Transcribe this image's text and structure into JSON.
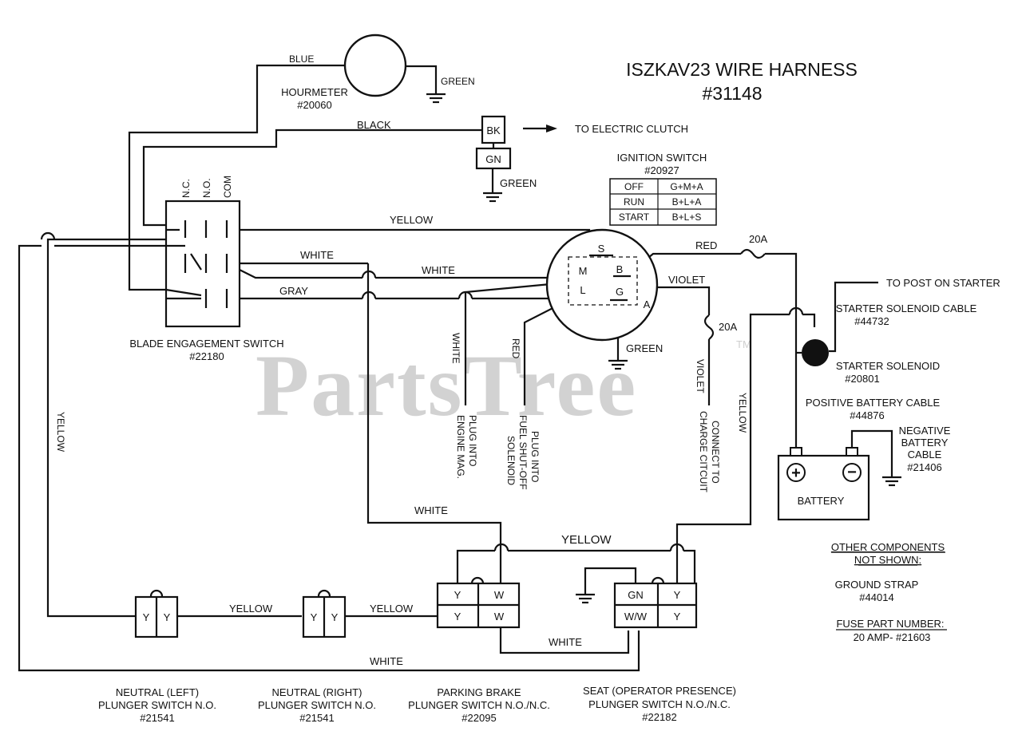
{
  "title": {
    "line1": "ISZKAV23 WIRE HARNESS",
    "line2": "#31148"
  },
  "watermark": {
    "text": "PartsTree",
    "tm": "TM"
  },
  "hourmeter": {
    "name": "HOURMETER",
    "part": "#20060",
    "wire_in": "BLUE",
    "ground": "GREEN"
  },
  "clutch": {
    "pin1": "BK",
    "pin2": "GN",
    "wire": "BLACK",
    "ground": "GREEN",
    "dest": "TO ELECTRIC CLUTCH"
  },
  "ignition": {
    "name": "IGNITION SWITCH",
    "part": "#20927",
    "table": [
      [
        "OFF",
        "G+M+A"
      ],
      [
        "RUN",
        "B+L+A"
      ],
      [
        "START",
        "B+L+S"
      ]
    ],
    "terminals": {
      "s": "S",
      "m": "M",
      "b": "B",
      "l": "L",
      "g": "G",
      "a": "A"
    },
    "ground": "GREEN"
  },
  "blade_switch": {
    "name": "BLADE ENGAGEMENT SWITCH",
    "part": "#22180",
    "cols": [
      "N.C.",
      "N.O.",
      "COM"
    ]
  },
  "wires": {
    "yellow": "YELLOW",
    "white": "WHITE",
    "gray": "GRAY",
    "red": "RED",
    "violet": "VIOLET",
    "fuse": "20A"
  },
  "plugs": {
    "engine": [
      "PLUG INTO",
      "ENGINE MAG."
    ],
    "fuel": [
      "PLUG INTO",
      "FUEL SHUT-OFF",
      "SOLENOID"
    ],
    "charge": [
      "CONNECT TO",
      "CHARGE CITCUIT"
    ]
  },
  "starter": {
    "post": "TO POST ON STARTER",
    "cable_name": "STARTER SOLENOID CABLE",
    "cable_part": "#44732",
    "solenoid_name": "STARTER SOLENOID",
    "solenoid_part": "#20801"
  },
  "battery": {
    "label": "BATTERY",
    "pos_plus": "+",
    "neg_minus": "−",
    "pos_cable_name": "POSITIVE BATTERY CABLE",
    "pos_cable_part": "#44876",
    "neg_cable": [
      "NEGATIVE",
      "BATTERY",
      "CABLE",
      "#21406"
    ]
  },
  "other": {
    "head1": "OTHER COMPONENTS",
    "head2": "NOT SHOWN:",
    "ground_strap": "GROUND STRAP",
    "ground_strap_part": "#44014",
    "fuse_head": "FUSE PART NUMBER:",
    "fuse_value": "20 AMP- #21603"
  },
  "switches": [
    {
      "pins": [
        "Y",
        "Y"
      ],
      "lines": [
        "NEUTRAL (LEFT)",
        "PLUNGER SWITCH N.O.",
        "#21541"
      ]
    },
    {
      "pins": [
        "Y",
        "Y"
      ],
      "lines": [
        "NEUTRAL (RIGHT)",
        "PLUNGER SWITCH N.O.",
        "#21541"
      ]
    },
    {
      "pins": [
        "Y",
        "W",
        "Y",
        "W"
      ],
      "lines": [
        "PARKING BRAKE",
        "PLUNGER SWITCH N.O./N.C.",
        "#22095"
      ]
    },
    {
      "pins": [
        "GN",
        "Y",
        "W/W",
        "Y"
      ],
      "lines": [
        "SEAT (OPERATOR PRESENCE)",
        "PLUNGER SWITCH N.O./N.C.",
        "#22182"
      ]
    }
  ]
}
